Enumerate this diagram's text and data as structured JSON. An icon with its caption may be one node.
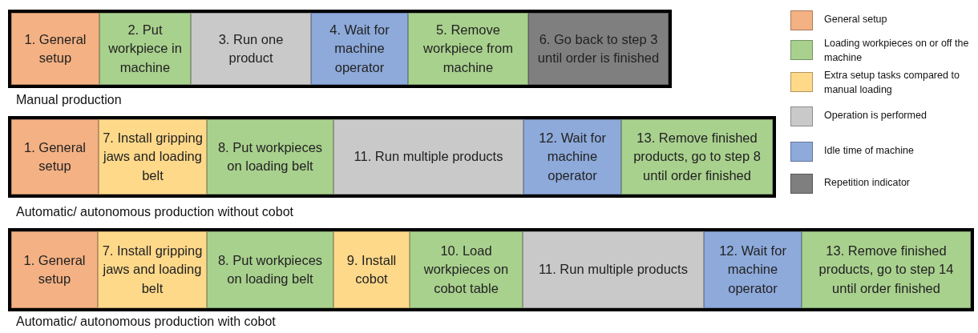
{
  "diagram": {
    "nodes": [
      {
        "text": [],
        "shape": "box",
        "beside": [
          "Manual production"
        ]
      },
      {
        "text": [
          "1. General setup"
        ],
        "in": 0
      },
      {
        "text": [
          "2. Put workpiece in machine"
        ],
        "in": 0
      },
      {
        "text": [
          "3. Run one product"
        ],
        "in": 0
      },
      {
        "text": [
          "4. Wait for machine operator"
        ],
        "in": 0
      },
      {
        "text": [
          "5. Remove workpiece from machine"
        ],
        "in": 0
      },
      {
        "text": [
          "6. Go back to step 3 until order is finished"
        ],
        "in": 0
      },
      {
        "text": [],
        "shape": "box",
        "beside": [
          "Automatic/ autonomous production without cobot"
        ]
      },
      {
        "text": [
          "1. General setup"
        ],
        "in": 7
      },
      {
        "text": [
          "7. Install gripping jaws and loading belt"
        ],
        "in": 7
      },
      {
        "text": [
          "8. Put workpieces on loading belt"
        ],
        "in": 7
      },
      {
        "text": [
          "11. Run multiple products"
        ],
        "in": 7
      },
      {
        "text": [
          "12. Wait for machine operator"
        ],
        "in": 7
      },
      {
        "text": [
          "13. Remove finished products, go to step 8 until order finished"
        ],
        "in": 7
      },
      {
        "text": [],
        "shape": "box",
        "beside": [
          "Automatic/ autonomous production with cobot"
        ]
      },
      {
        "text": [
          "1. General setup"
        ],
        "in": 14
      },
      {
        "text": [
          "7. Install gripping jaws and loading belt"
        ],
        "in": 14
      },
      {
        "text": [
          "8. Put workpieces on loading belt"
        ],
        "in": 14
      },
      {
        "text": [
          "9. Install cobot"
        ],
        "in": 14
      },
      {
        "text": [
          "10. Load workpieces on cobot table"
        ],
        "in": 14
      },
      {
        "text": [
          "11. Run multiple products"
        ],
        "in": 14
      },
      {
        "text": [
          "12. Wait for machine operator"
        ],
        "in": 14
      },
      {
        "text": [
          "13. Remove finished products, go to step 14 until order finished"
        ],
        "in": 14
      }
    ],
    "legend": [
      {
        "text": "General setup",
        "color": "#f4b183"
      },
      {
        "text": "Loading workpieces on or off the machine",
        "color": "#a9d18e"
      },
      {
        "text": "Extra setup tasks compared to manual loading",
        "color": "#ffd98a"
      },
      {
        "text": "Operation is performed",
        "color": "#c9c9c9"
      },
      {
        "text": "Idle time of machine",
        "color": "#8eaadb"
      },
      {
        "text": "Repetition indicator",
        "color": "#7f7f7f"
      }
    ]
  }
}
